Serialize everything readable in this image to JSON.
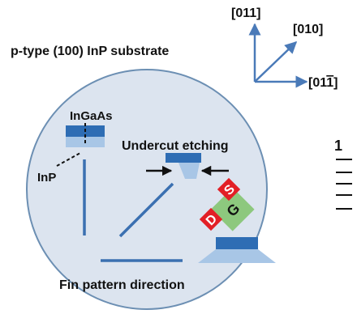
{
  "title": "p-type (100) InP substrate",
  "axes": {
    "up": "[011]",
    "diagonal": "[010]",
    "right_base": "[01",
    "right_bar": "1",
    "right_close": "]"
  },
  "labels": {
    "ingaas": "InGaAs",
    "inp": "InP",
    "undercut": "Undercut etching",
    "fin_direction": "Fin pattern direction"
  },
  "transistor": {
    "source": "S",
    "drain": "D",
    "gate": "G"
  },
  "colors": {
    "wafer_fill": "#dce4ef",
    "wafer_stroke": "#6c8fb3",
    "axis_blue": "#4a7ab8",
    "fin_dark": "#2e6db4",
    "fin_light": "#a8c6e6",
    "source_drain_red": "#e21f26",
    "gate_green": "#7fc36a"
  }
}
